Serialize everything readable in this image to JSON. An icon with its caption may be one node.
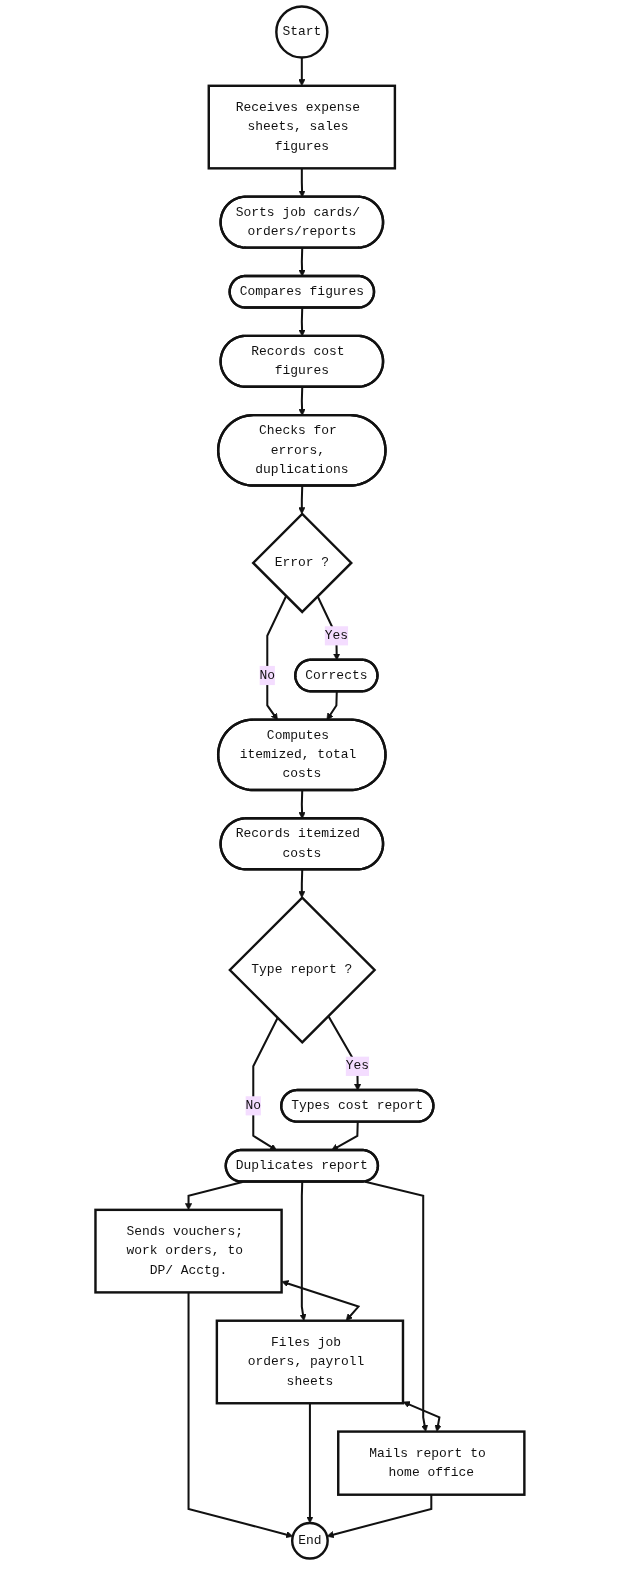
{
  "diagram": {
    "nodes": [
      {
        "text": [
          "Start"
        ]
      },
      {
        "text": [
          "Receives expense sheets, sales figures"
        ]
      },
      {
        "text": [
          "Sorts job cards/ orders/reports"
        ]
      },
      {
        "text": [
          "Compares figures"
        ]
      },
      {
        "text": [
          "Records cost figures"
        ]
      },
      {
        "text": [
          "Checks for errors, duplications"
        ]
      },
      {
        "text": [
          "Error ?"
        ]
      },
      {
        "text": [
          "Corrects"
        ]
      },
      {
        "text": [
          "Computes itemized, total costs"
        ]
      },
      {
        "text": [
          "Records itemized costs"
        ]
      },
      {
        "text": [
          "Type report ?"
        ]
      },
      {
        "text": [
          "Types cost report"
        ]
      },
      {
        "text": [
          "Duplicates report"
        ]
      },
      {
        "text": [
          "Sends vouchers; work orders, to DP/ Acctg."
        ]
      },
      {
        "text": [
          "Files job orders, payroll sheets"
        ]
      },
      {
        "text": [
          "Mails report to home office"
        ]
      },
      {
        "text": [
          "End"
        ]
      }
    ],
    "edges": [
      {
        "from": 0,
        "to": 1,
        "arrow": "to"
      },
      {
        "from": 1,
        "to": 2,
        "arrow": "to"
      },
      {
        "from": 2,
        "to": 3,
        "arrow": "to"
      },
      {
        "from": 3,
        "to": 4,
        "arrow": "to"
      },
      {
        "from": 4,
        "to": 5,
        "arrow": "to"
      },
      {
        "from": 5,
        "to": 6,
        "arrow": "to"
      },
      {
        "from": 6,
        "to": 7,
        "label": "Yes",
        "arrow": "to"
      },
      {
        "from": 6,
        "to": 8,
        "label": "No",
        "arrow": "to"
      },
      {
        "from": 7,
        "to": 8,
        "arrow": "to"
      },
      {
        "from": 8,
        "to": 9,
        "arrow": "to"
      },
      {
        "from": 9,
        "to": 10,
        "arrow": "to"
      },
      {
        "from": 10,
        "to": 11,
        "label": "Yes",
        "arrow": "to"
      },
      {
        "from": 10,
        "to": 12,
        "label": "No",
        "arrow": "to"
      },
      {
        "from": 11,
        "to": 12,
        "arrow": "to"
      },
      {
        "from": 12,
        "to": 13,
        "arrow": "to"
      },
      {
        "from": 12,
        "to": 14,
        "arrow": "to"
      },
      {
        "from": 12,
        "to": 15,
        "arrow": "to"
      },
      {
        "from": 13,
        "to": 14,
        "arrow": "both"
      },
      {
        "from": 14,
        "to": 15,
        "arrow": "both"
      },
      {
        "from": 13,
        "to": 16,
        "arrow": "to"
      },
      {
        "from": 14,
        "to": 16,
        "arrow": "to"
      },
      {
        "from": 15,
        "to": 16,
        "arrow": "to"
      }
    ]
  }
}
